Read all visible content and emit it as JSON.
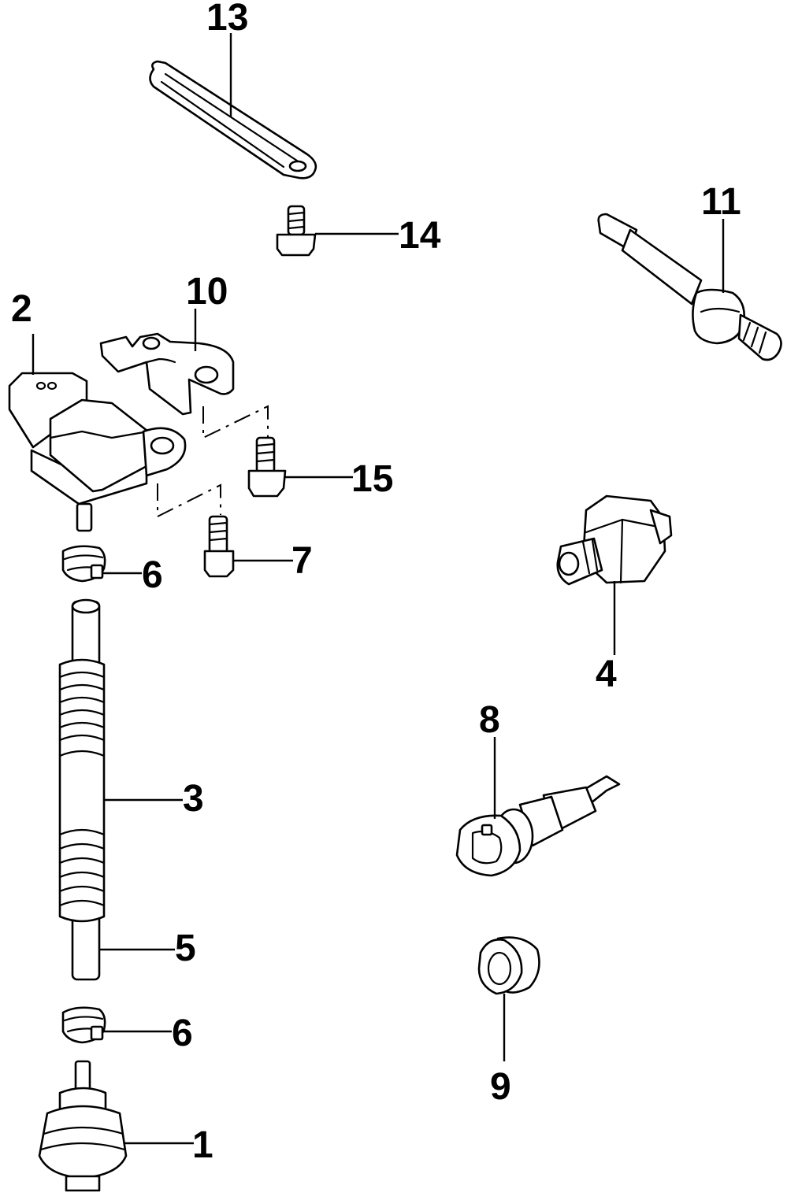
{
  "callouts": {
    "c1": "1",
    "c2": "2",
    "c3": "3",
    "c4": "4",
    "c5": "5",
    "c6a": "6",
    "c6b": "6",
    "c7": "7",
    "c8": "8",
    "c9": "9",
    "c10": "10",
    "c11": "11",
    "c13": "13",
    "c14": "14",
    "c15": "15"
  },
  "colors": {
    "line": "#000000",
    "background": "#ffffff"
  }
}
